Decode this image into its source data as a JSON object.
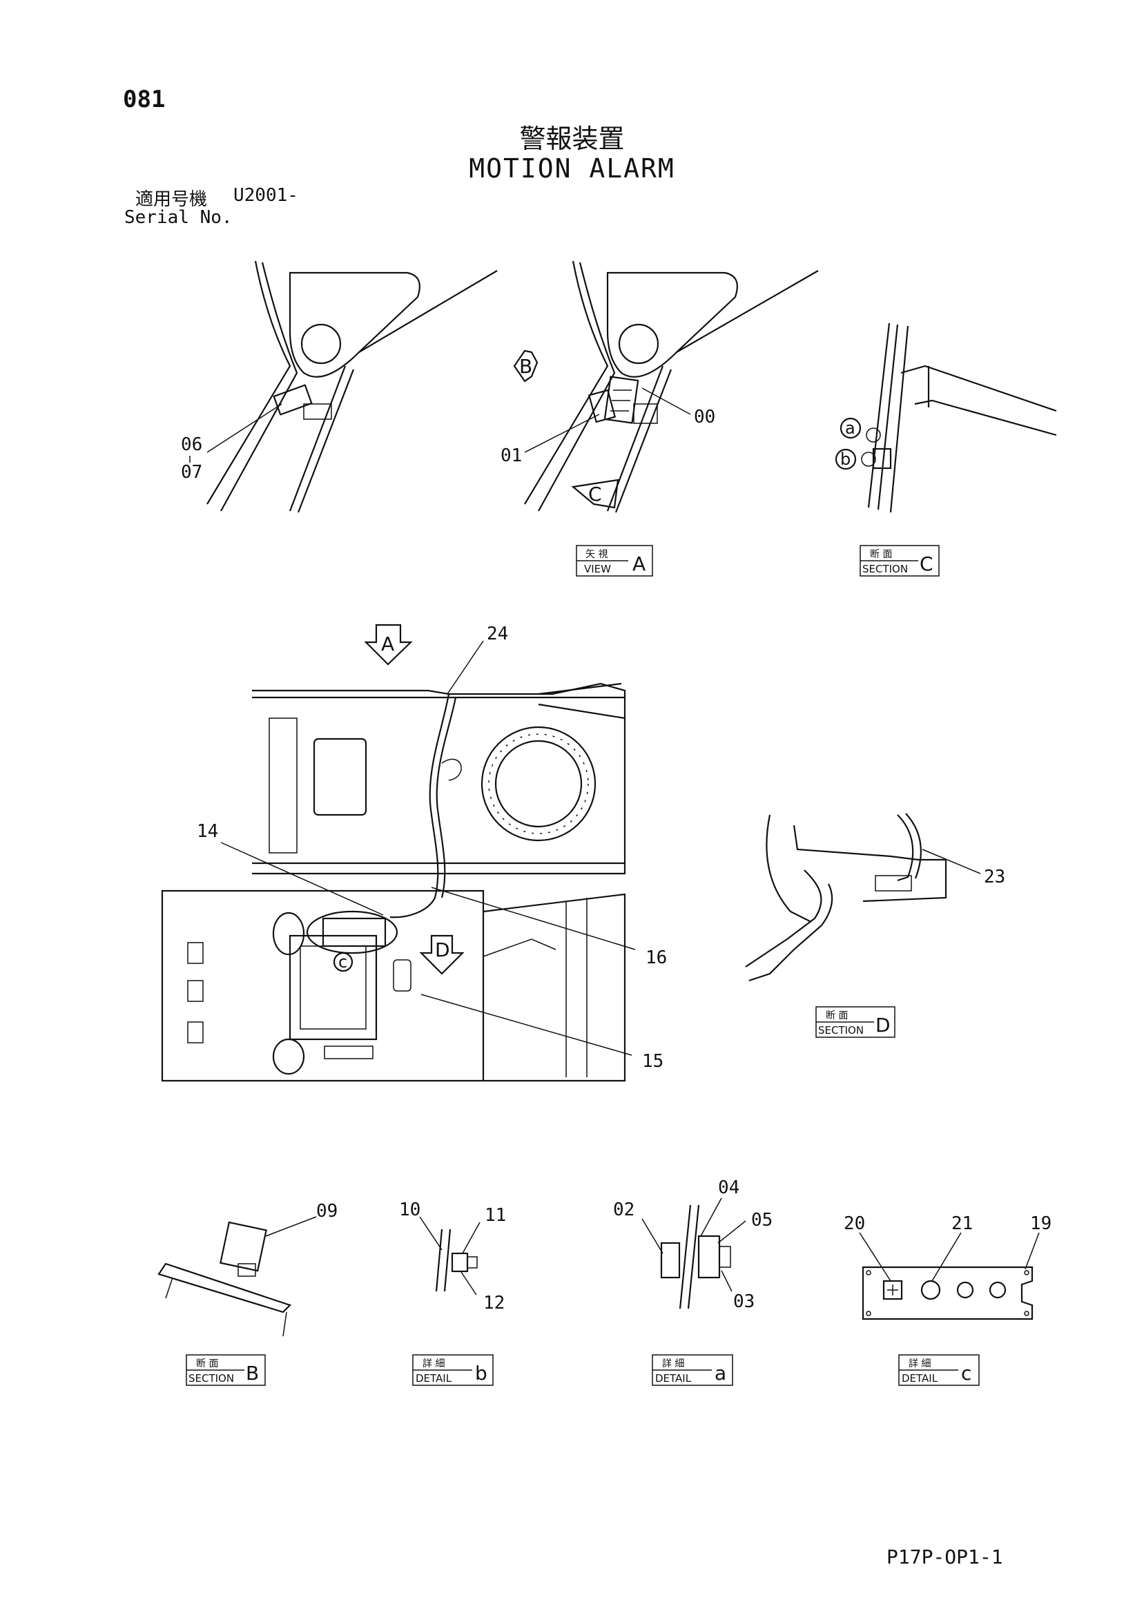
{
  "header": {
    "page_number": "081",
    "title_jp": "警報装置",
    "title_en": "MOTION ALARM",
    "serial_label_jp": "適用号機",
    "serial_value": "U2001-",
    "serial_label_en": "Serial No."
  },
  "part_numbers": {
    "p00": "00",
    "p01": "01",
    "p02": "02",
    "p03": "03",
    "p04": "04",
    "p05": "05",
    "p06": "06",
    "p07": "07",
    "p09": "09",
    "p10": "10",
    "p11": "11",
    "p12": "12",
    "p14": "14",
    "p15": "15",
    "p16": "16",
    "p19": "19",
    "p20": "20",
    "p21": "21",
    "p23": "23",
    "p24": "24"
  },
  "view_markers": {
    "arrow_a": "A",
    "arrow_b": "B",
    "arrow_c": "C",
    "arrow_d": "D",
    "circle_a": "a",
    "circle_b": "b",
    "circle_c": "c"
  },
  "labels": {
    "view_a": {
      "jp": "矢 視",
      "en": "VIEW",
      "letter": "A"
    },
    "section_c": {
      "jp": "断 面",
      "en": "SECTION",
      "letter": "C"
    },
    "section_d": {
      "jp": "断 面",
      "en": "SECTION",
      "letter": "D"
    },
    "section_b": {
      "jp": "断 面",
      "en": "SECTION",
      "letter": "B"
    },
    "detail_b": {
      "jp": "詳 細",
      "en": "DETAIL",
      "letter": "b"
    },
    "detail_a": {
      "jp": "詳 細",
      "en": "DETAIL",
      "letter": "a"
    },
    "detail_c": {
      "jp": "詳 細",
      "en": "DETAIL",
      "letter": "c"
    }
  },
  "footer": {
    "document_code": "P17P-OP1-1"
  }
}
